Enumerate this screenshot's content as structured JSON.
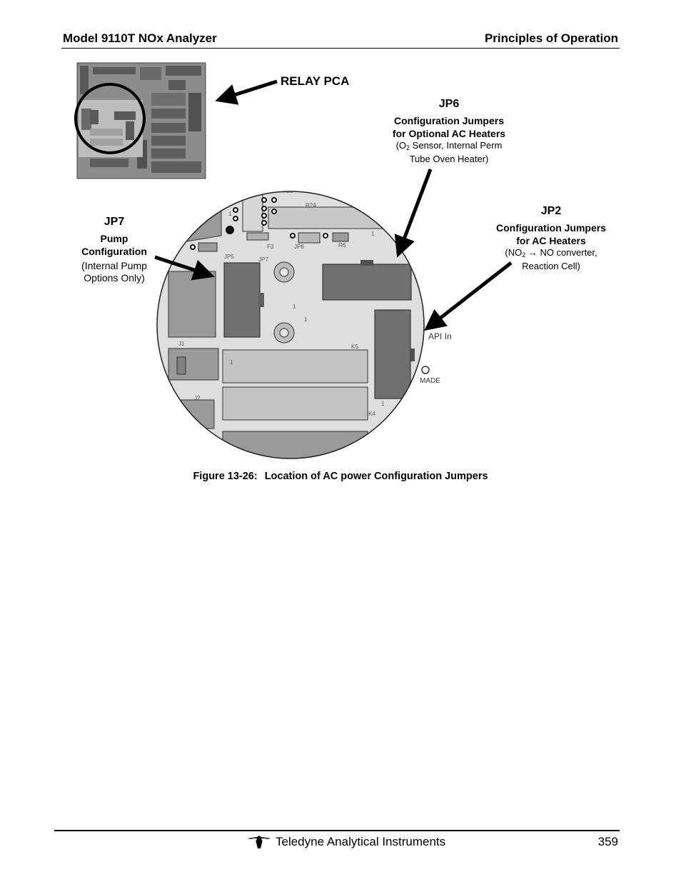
{
  "header": {
    "left": "Model 9110T NOx Analyzer",
    "right": "Principles of Operation"
  },
  "figure": {
    "relay_label": "RELAY PCA",
    "jp6": {
      "title": "JP6",
      "desc1": "Configuration Jumpers",
      "desc2": "for Optional AC Heaters",
      "note_pre": "(O",
      "note_sub": "2",
      "note_post": " Sensor, Internal Perm",
      "note2": "Tube Oven Heater)"
    },
    "jp7": {
      "title": "JP7",
      "desc1": "Pump",
      "desc2": "Configuration",
      "note1": "(Internal Pump",
      "note2": "Options Only)"
    },
    "jp2": {
      "title": "JP2",
      "desc1": "Configuration Jumpers",
      "desc2": "for AC Heaters",
      "note_pre": "(NO",
      "note_sub": "2",
      "note_post": " → NO  converter,",
      "note2": "Reaction Cell)"
    },
    "board_labels": {
      "api": "API In",
      "made": "MADE"
    }
  },
  "caption": {
    "number": "Figure 13-26:",
    "text": "Location of AC power Configuration Jumpers"
  },
  "footer": {
    "company": "Teledyne Analytical Instruments",
    "page": "359"
  }
}
